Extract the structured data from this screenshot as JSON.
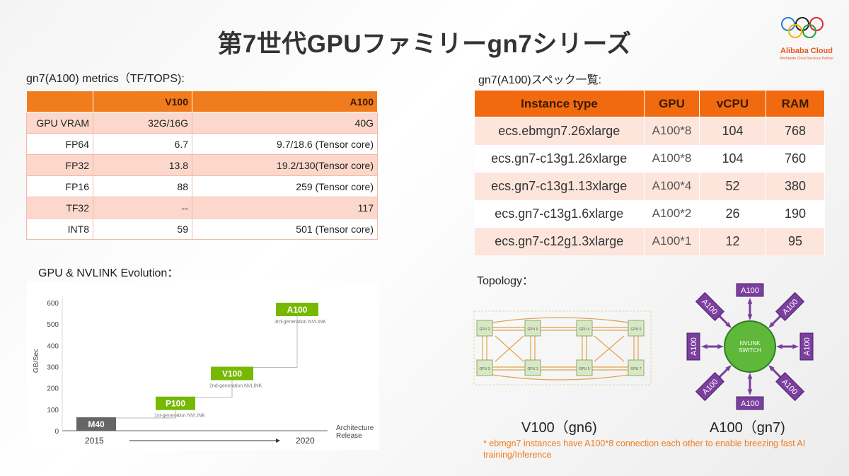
{
  "title": "第7世代GPUファミリーgn7シリーズ",
  "logo": {
    "brand": "Alibaba Cloud",
    "tagline": "Worldwide Cloud Services Partner",
    "brand_color": "#e8561e"
  },
  "metrics": {
    "label": "gn7(A100) metrics（TF/TOPS):",
    "headers": [
      "",
      "V100",
      "A100"
    ],
    "rows": [
      {
        "metric": "GPU VRAM",
        "v100": "32G/16G",
        "a100": "40G"
      },
      {
        "metric": "FP64",
        "v100": "6.7",
        "a100": "9.7/18.6 (Tensor core)"
      },
      {
        "metric": "FP32",
        "v100": "13.8",
        "a100": "19.2/130(Tensor core)"
      },
      {
        "metric": "FP16",
        "v100": "88",
        "a100": "259 (Tensor core)"
      },
      {
        "metric": "TF32",
        "v100": "--",
        "a100": "117"
      },
      {
        "metric": "INT8",
        "v100": "59",
        "a100": "501 (Tensor core)"
      }
    ]
  },
  "spec": {
    "label": "gn7(A100)スペック一覧:",
    "headers": [
      "Instance type",
      "GPU",
      "vCPU",
      "RAM"
    ],
    "rows": [
      {
        "type": "ecs.ebmgn7.26xlarge",
        "gpu": "A100*8",
        "vcpu": "104",
        "ram": "768"
      },
      {
        "type": "ecs.gn7-c13g1.26xlarge",
        "gpu": "A100*8",
        "vcpu": "104",
        "ram": "760"
      },
      {
        "type": "ecs.gn7-c13g1.13xlarge",
        "gpu": "A100*4",
        "vcpu": "52",
        "ram": "380"
      },
      {
        "type": "ecs.gn7-c13g1.6xlarge",
        "gpu": "A100*2",
        "vcpu": "26",
        "ram": "190"
      },
      {
        "type": "ecs.gn7-c12g1.3xlarge",
        "gpu": "A100*1",
        "vcpu": "12",
        "ram": "95"
      }
    ]
  },
  "evolution": {
    "label": "GPU & NVLINK Evolution：",
    "ylabel": "GB/Sec",
    "yticks": [
      0,
      100,
      200,
      300,
      400,
      500,
      600
    ],
    "xlabel": "Architecture Release",
    "xlabel_lines": [
      "Architecture",
      "Release"
    ],
    "year_start": "2015",
    "year_end": "2020",
    "steps": [
      {
        "name": "M40",
        "gbs": 32,
        "sub": "",
        "color": "#666666"
      },
      {
        "name": "P100",
        "gbs": 160,
        "sub": "1st-generation NVLINK",
        "color": "#76b900"
      },
      {
        "name": "V100",
        "gbs": 300,
        "sub": "2nd-generation NVLINK",
        "color": "#76b900"
      },
      {
        "name": "A100",
        "gbs": 600,
        "sub": "3rd-generation NVLINK",
        "color": "#76b900"
      }
    ]
  },
  "topology": {
    "label": "Topology：",
    "gn6_gpus_top": [
      "GPU 2",
      "GPU 0",
      "GPU 4",
      "GPU 6"
    ],
    "gn6_gpus_bottom": [
      "GPU 3",
      "GPU 1",
      "GPU 5",
      "GPU 7"
    ],
    "switch_label": [
      "NVLINK",
      "SWITCH"
    ],
    "a100_nodes": [
      "A100",
      "A100",
      "A100",
      "A100",
      "A100",
      "A100",
      "A100",
      "A100"
    ],
    "v100_caption": "V100（gn6)",
    "a100_caption": "A100（gn7)",
    "switch_color": "#5fb83a",
    "node_color": "#7b3fa0"
  },
  "note": "* ebmgn7 instances have A100*8 connection each other to enable breezing fast AI training/Inference",
  "colors": {
    "accent": "#f07c1e",
    "header": "#f26a10"
  }
}
